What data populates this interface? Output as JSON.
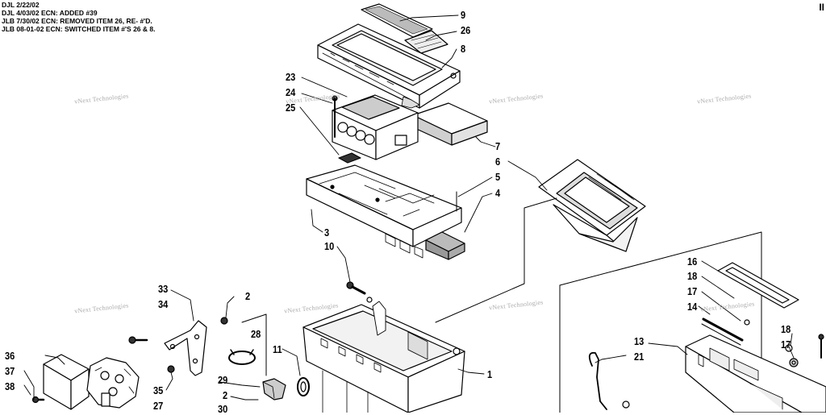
{
  "revision_notes": [
    "DJL 2/22/02",
    "DJL 4/03/02 ECN: ADDED #39",
    "JLB 7/30/02 ECN: REMOVED ITEM 26, RE- #'D.",
    "JLB 08-01-02 ECN: SWITCHED ITEM #'S 26 & 8."
  ],
  "watermark_text": "vNext Technologies",
  "corner_mark": "II",
  "callouts": [
    "9",
    "26",
    "8",
    "23",
    "24",
    "25",
    "7",
    "6",
    "5",
    "4",
    "3",
    "10",
    "33",
    "34",
    "2",
    "28",
    "11",
    "1",
    "36",
    "37",
    "38",
    "35",
    "29",
    "27",
    "2",
    "30",
    "16",
    "18",
    "17",
    "14",
    "13",
    "21",
    "18",
    "17"
  ]
}
